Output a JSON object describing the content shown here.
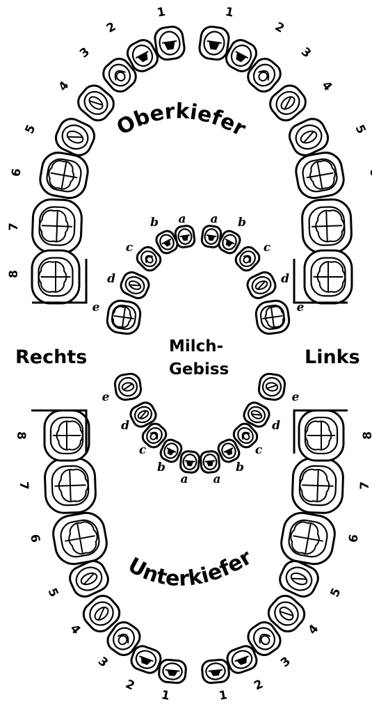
{
  "upper_title": "Oberkiefer",
  "lower_title": "Unterkiefer",
  "right_label": "Rechts",
  "left_label": "Links",
  "center_label": {
    "line1": "Milch-",
    "line2": "Gebiss"
  },
  "permanent_numbers": [
    "1",
    "2",
    "3",
    "4",
    "5",
    "6",
    "7",
    "8"
  ],
  "deciduous_letters": [
    "a",
    "b",
    "c",
    "d",
    "e"
  ]
}
